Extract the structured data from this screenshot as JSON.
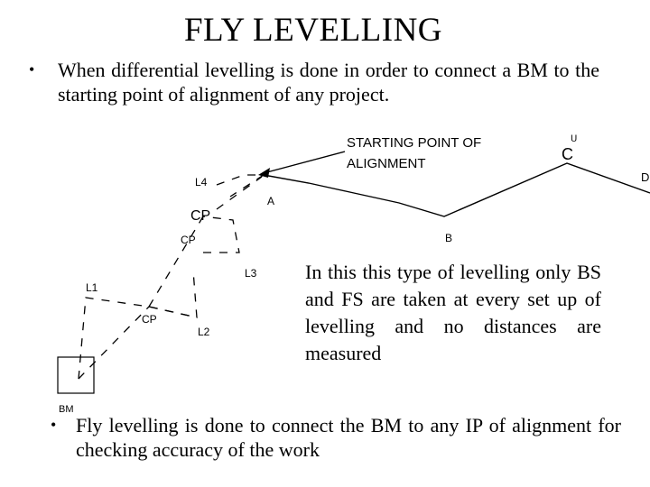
{
  "title": "FLY LEVELLING",
  "bullets": [
    "When differential levelling  is done in order to connect a BM to the starting point of alignment of any project.",
    "Fly levelling is done to connect the BM to any IP of alignment for checking accuracy of the work"
  ],
  "bullet_symbol": "•",
  "callout": {
    "line1": "STARTING POINT OF",
    "line2": "ALIGNMENT"
  },
  "note": "In this this type of levelling only BS and FS are taken at every set up of levelling and no distances are measured",
  "diagram_labels": {
    "C": "C",
    "D": "D",
    "A": "A",
    "B": "B",
    "L4": "L4",
    "CP_big": "CP",
    "CP_upper": "CP",
    "L3": "L3",
    "L1": "L1",
    "CP_lower": "CP",
    "L2": "L2",
    "BM": "BM"
  }
}
